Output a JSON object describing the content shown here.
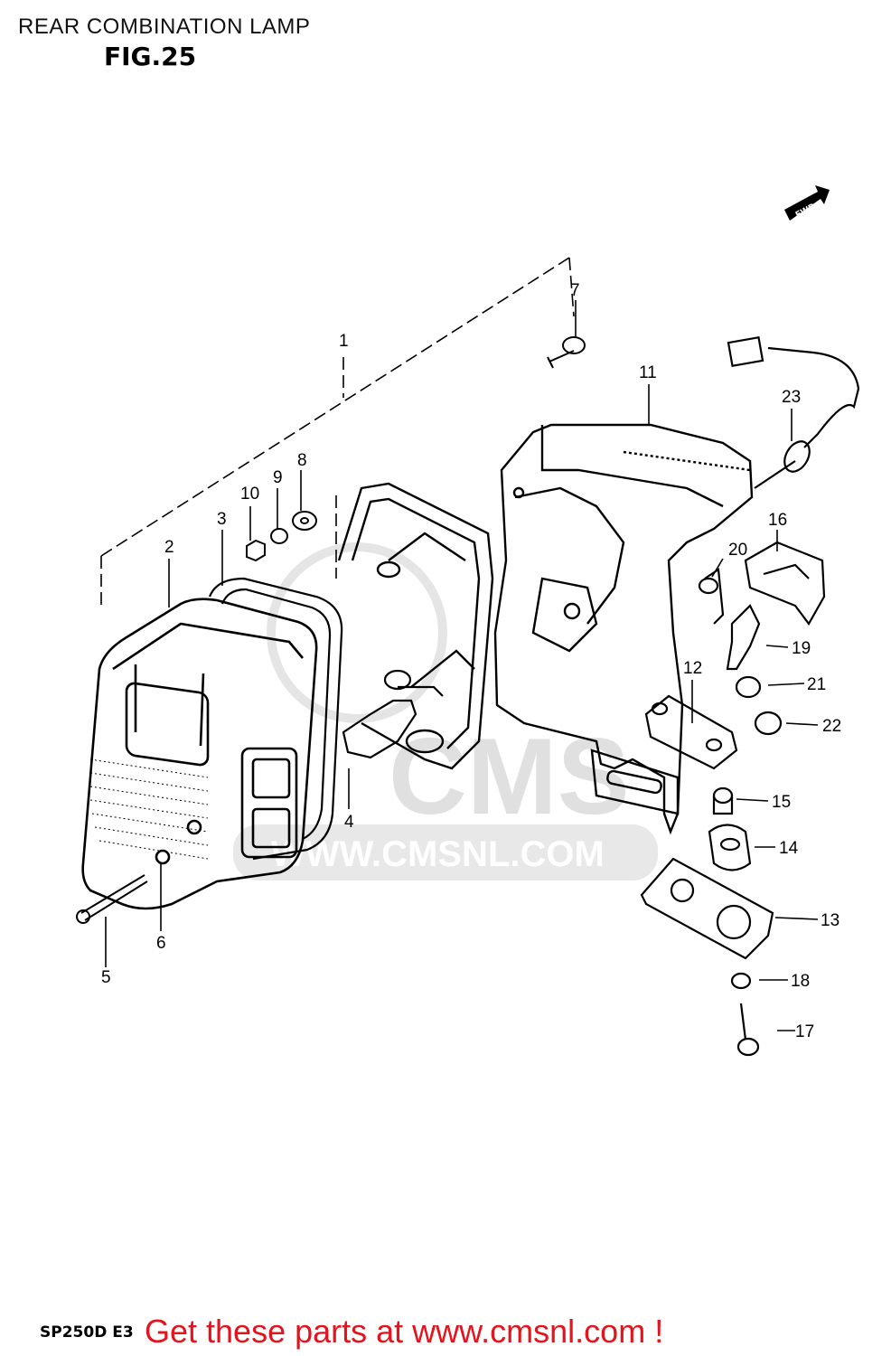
{
  "header": {
    "title": "REAR COMBINATION LAMP",
    "figure": "FIG.25"
  },
  "diagram": {
    "direction_label": "FWD",
    "watermark_url": "WWW.CMSNL.COM",
    "watermark_logo": "CMS",
    "callouts": [
      "1",
      "2",
      "3",
      "4",
      "5",
      "6",
      "7",
      "8",
      "9",
      "10",
      "11",
      "12",
      "13",
      "14",
      "15",
      "16",
      "17",
      "18",
      "19",
      "20",
      "21",
      "22",
      "23"
    ]
  },
  "footer": {
    "model_code": "SP250D E3",
    "promo": "Get these parts at www.cmsnl.com !"
  }
}
